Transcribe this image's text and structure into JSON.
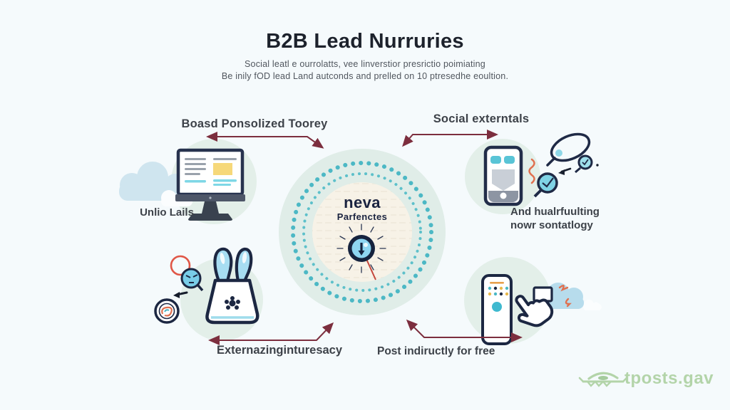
{
  "header": {
    "title": "B2B Lead Nurruries",
    "subtitle_line1": "Social leatl e ourrolatts, vee linverstior presrictio poimiating",
    "subtitle_line2": "Be inily fOD lead Land autconds and prelled on 10 ptresedhe eoultion."
  },
  "hub": {
    "name": "neva",
    "subname": "Parfenctes"
  },
  "sections": {
    "top_left": {
      "heading": "Boasd Ponsolized Toorey",
      "caption": "Unlio Lails"
    },
    "top_right": {
      "heading": "Social externtals",
      "caption_line1": "And hualrfuulting",
      "caption_line2": "nowr sontatlogy"
    },
    "bottom_left": {
      "caption": "Externazinginturesacy"
    },
    "bottom_right": {
      "caption": "Post indiructly for free"
    }
  },
  "footer": {
    "brand": "tposts.gav"
  },
  "icons": {
    "top_left": "desktop-monitor-icon",
    "top_right": "smartphone-shield-icon",
    "bottom_left": "bunny-apron-icon",
    "bottom_right": "smartphone-tap-icon",
    "hub": "clock-burst-icon",
    "footer": "fish-logo-icon"
  },
  "colors": {
    "background": "#f5fafc",
    "title_text": "#1d222c",
    "body_text": "#50565e",
    "navy_outline": "#1c2742",
    "teal_dots": "#4cb8c5",
    "light_blue": "#a7ddf2",
    "mint_circle": "#e3efe9",
    "cream_circle": "#f7f2e7",
    "yellow": "#f6d87a",
    "orange": "#e0704f",
    "arrow_maroon": "#7c2e3e",
    "brand_green": "#b3d4a9"
  }
}
